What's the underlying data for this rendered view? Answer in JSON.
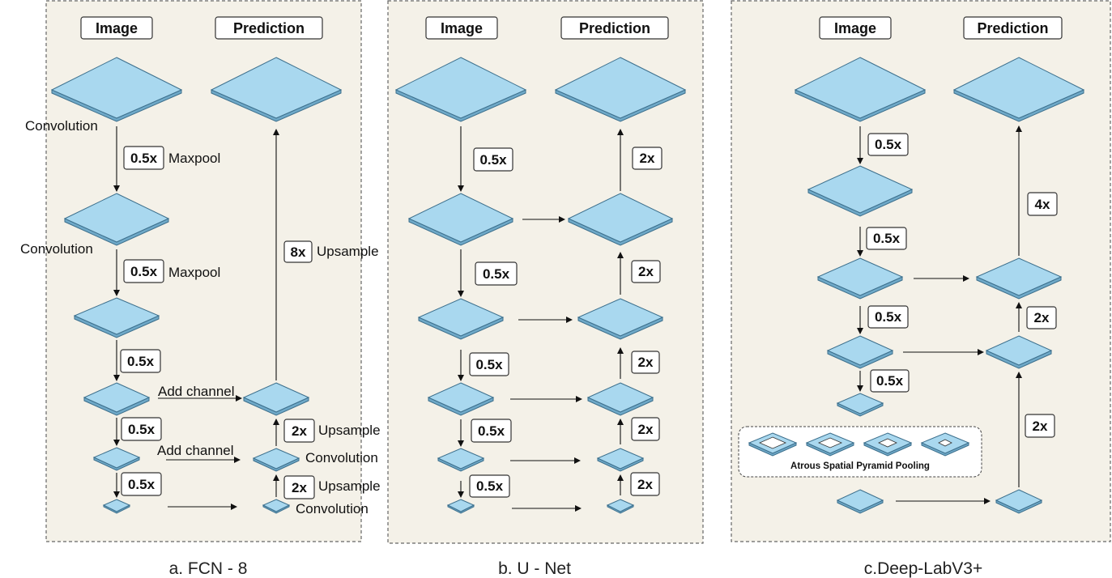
{
  "headers": {
    "image": "Image",
    "prediction": "Prediction"
  },
  "captions": {
    "fcn": "a. FCN - 8",
    "unet": "b. U - Net",
    "deeplab": "c.Deep-LabV3+"
  },
  "fcn": {
    "labels": {
      "convolution_1": "Convolution",
      "convolution_2": "Convolution",
      "maxpool_1": "Maxpool",
      "maxpool_2": "Maxpool",
      "add_channel_1": "Add channel",
      "add_channel_2": "Add channel",
      "upsample_8x": "Upsample",
      "upsample_2x_1": "Upsample",
      "upsample_2x_2": "Upsample",
      "convolution_right_1": "Convolution",
      "convolution_right_2": "Convolution"
    },
    "factors": {
      "down": "0.5x",
      "up8": "8x",
      "up2": "2x"
    }
  },
  "unet": {
    "factors": {
      "down": "0.5x",
      "up": "2x"
    }
  },
  "deeplab": {
    "factors": {
      "down": "0.5x",
      "up4": "4x",
      "up2": "2x"
    },
    "aspp_label": "Atrous Spatial Pyramid Pooling"
  },
  "colors": {
    "layer_fill": "#a9d8ef",
    "layer_edge": "#3c6f8c",
    "panel_bg": "#f4f1e8"
  }
}
